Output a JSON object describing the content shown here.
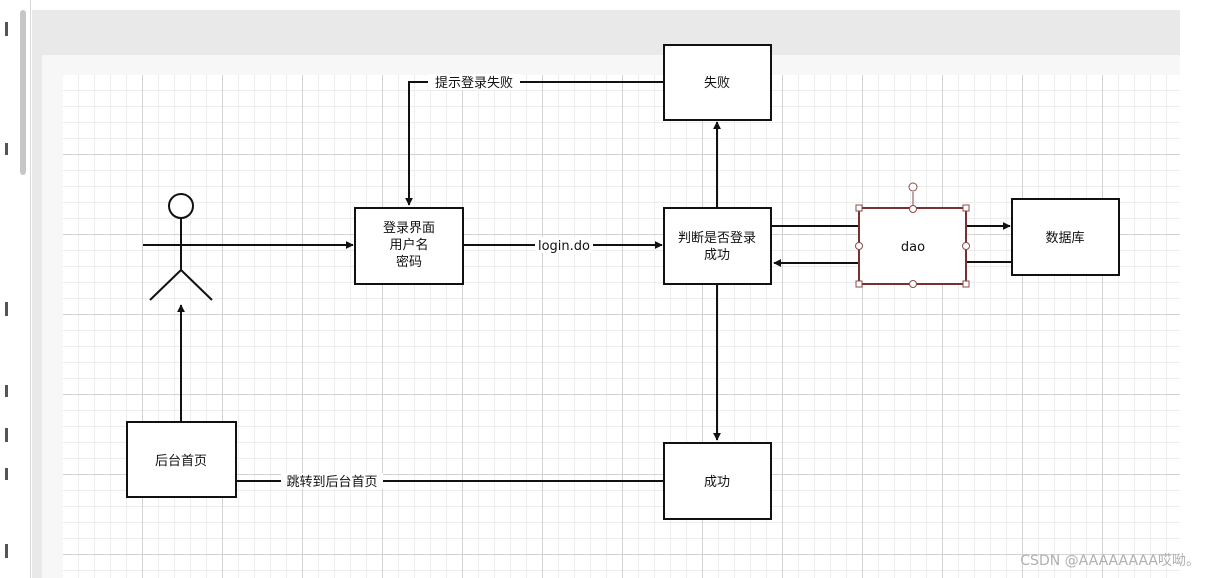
{
  "nodes": {
    "fail": "失败",
    "login_form": [
      "登录界面",
      "用户名",
      "密码"
    ],
    "judge": [
      "判断是否登录",
      "成功"
    ],
    "dao": "dao",
    "database": "数据库",
    "success": "成功",
    "admin_home": "后台首页"
  },
  "edges": {
    "prompt_fail": "提示登录失败",
    "login_do": "login.do",
    "redirect_home": "跳转到后台首页"
  },
  "watermark": "CSDN @AAAAAAAA哎呦。",
  "colors": {
    "line": "#111111",
    "selected_border": "#7a3030",
    "handle": "#8b4a4a",
    "grid_major": "#d3d3d3",
    "grid_minor": "#ededed"
  }
}
